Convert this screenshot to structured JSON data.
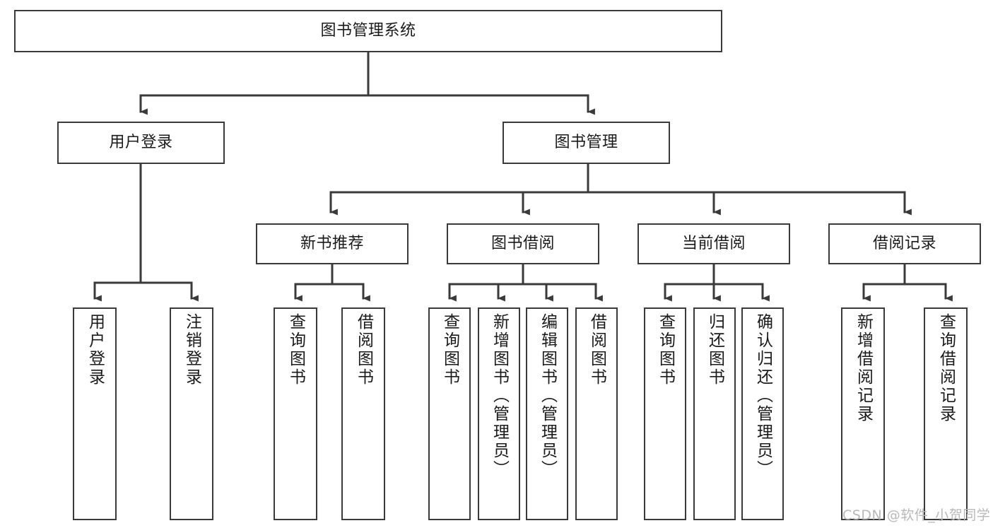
{
  "diagram": {
    "title": "图书管理系统",
    "type": "tree",
    "orientation": "top-down",
    "line_color": "#3a3a3a",
    "box_fill": "#ffffff",
    "text_color": "#1a1a1a"
  },
  "nodes": {
    "root": {
      "label": "图书管理系统",
      "level": 1
    },
    "l2": [
      {
        "id": "user-login",
        "label": "用户登录",
        "level": 2
      },
      {
        "id": "book-manage",
        "label": "图书管理",
        "level": 2
      }
    ],
    "l3": [
      {
        "id": "new-book-rec",
        "label": "新书推荐",
        "level": 3
      },
      {
        "id": "book-borrow",
        "label": "图书借阅",
        "level": 3
      },
      {
        "id": "current-borrow",
        "label": "当前借阅",
        "level": 3
      },
      {
        "id": "borrow-record",
        "label": "借阅记录",
        "level": 3
      }
    ],
    "leaves": [
      {
        "id": "leaf-user-login",
        "label": "用户登录",
        "parent": "user-login"
      },
      {
        "id": "leaf-logout",
        "label": "注销登录",
        "parent": "user-login"
      },
      {
        "id": "leaf-query-book-1",
        "label": "查询图书",
        "parent": "new-book-rec"
      },
      {
        "id": "leaf-borrow-book-1",
        "label": "借阅图书",
        "parent": "new-book-rec"
      },
      {
        "id": "leaf-query-book-2",
        "label": "查询图书",
        "parent": "book-borrow"
      },
      {
        "id": "leaf-add-book",
        "label": "新增图书（管理员）",
        "parent": "book-borrow"
      },
      {
        "id": "leaf-edit-book",
        "label": "编辑图书（管理员）",
        "parent": "book-borrow"
      },
      {
        "id": "leaf-borrow-book-2",
        "label": "借阅图书",
        "parent": "book-borrow"
      },
      {
        "id": "leaf-query-book-3",
        "label": "查询图书",
        "parent": "current-borrow"
      },
      {
        "id": "leaf-return-book",
        "label": "归还图书",
        "parent": "current-borrow"
      },
      {
        "id": "leaf-confirm-return",
        "label": "确认归还（管理员）",
        "parent": "current-borrow"
      },
      {
        "id": "leaf-add-record",
        "label": "新增借阅记录",
        "parent": "borrow-record"
      },
      {
        "id": "leaf-query-record",
        "label": "查询借阅记录",
        "parent": "borrow-record"
      }
    ]
  },
  "watermark": {
    "text": "CSDN @软件_小贺同学"
  }
}
